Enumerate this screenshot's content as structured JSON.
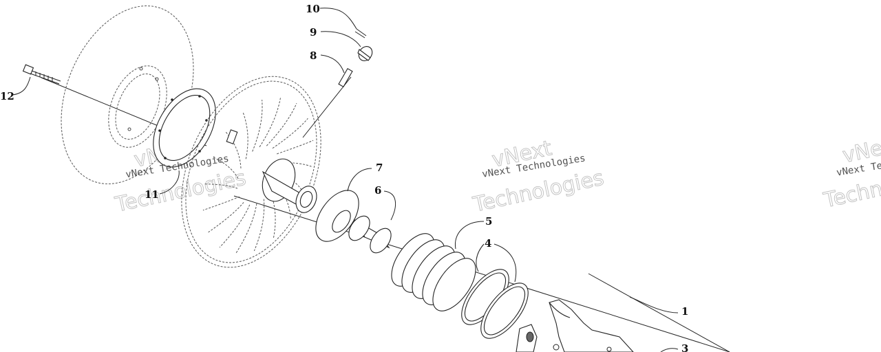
{
  "callouts": [
    {
      "num": "1"
    },
    {
      "num": "3"
    },
    {
      "num": "4"
    },
    {
      "num": "5"
    },
    {
      "num": "6"
    },
    {
      "num": "7"
    },
    {
      "num": "8"
    },
    {
      "num": "9"
    },
    {
      "num": "10"
    },
    {
      "num": "11"
    },
    {
      "num": "12"
    }
  ],
  "watermark": {
    "line1": "vNext Technologies",
    "line2": "Technologies",
    "line3": "vNext"
  }
}
